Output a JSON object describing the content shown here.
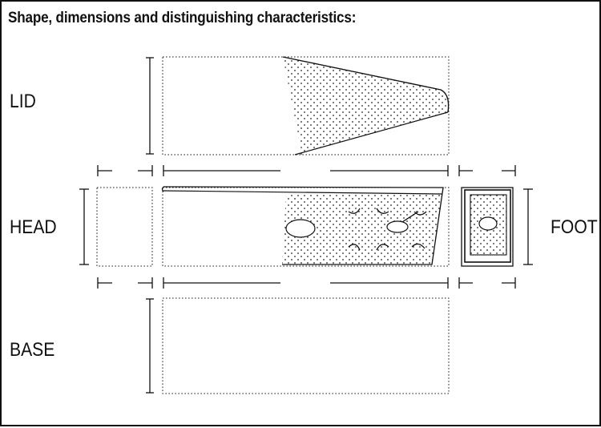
{
  "form": {
    "title": "Shape, dimensions and distinguishing characteristics:",
    "views": {
      "lid": "LID",
      "head": "HEAD",
      "foot": "FOOT",
      "base": "BASE"
    }
  }
}
